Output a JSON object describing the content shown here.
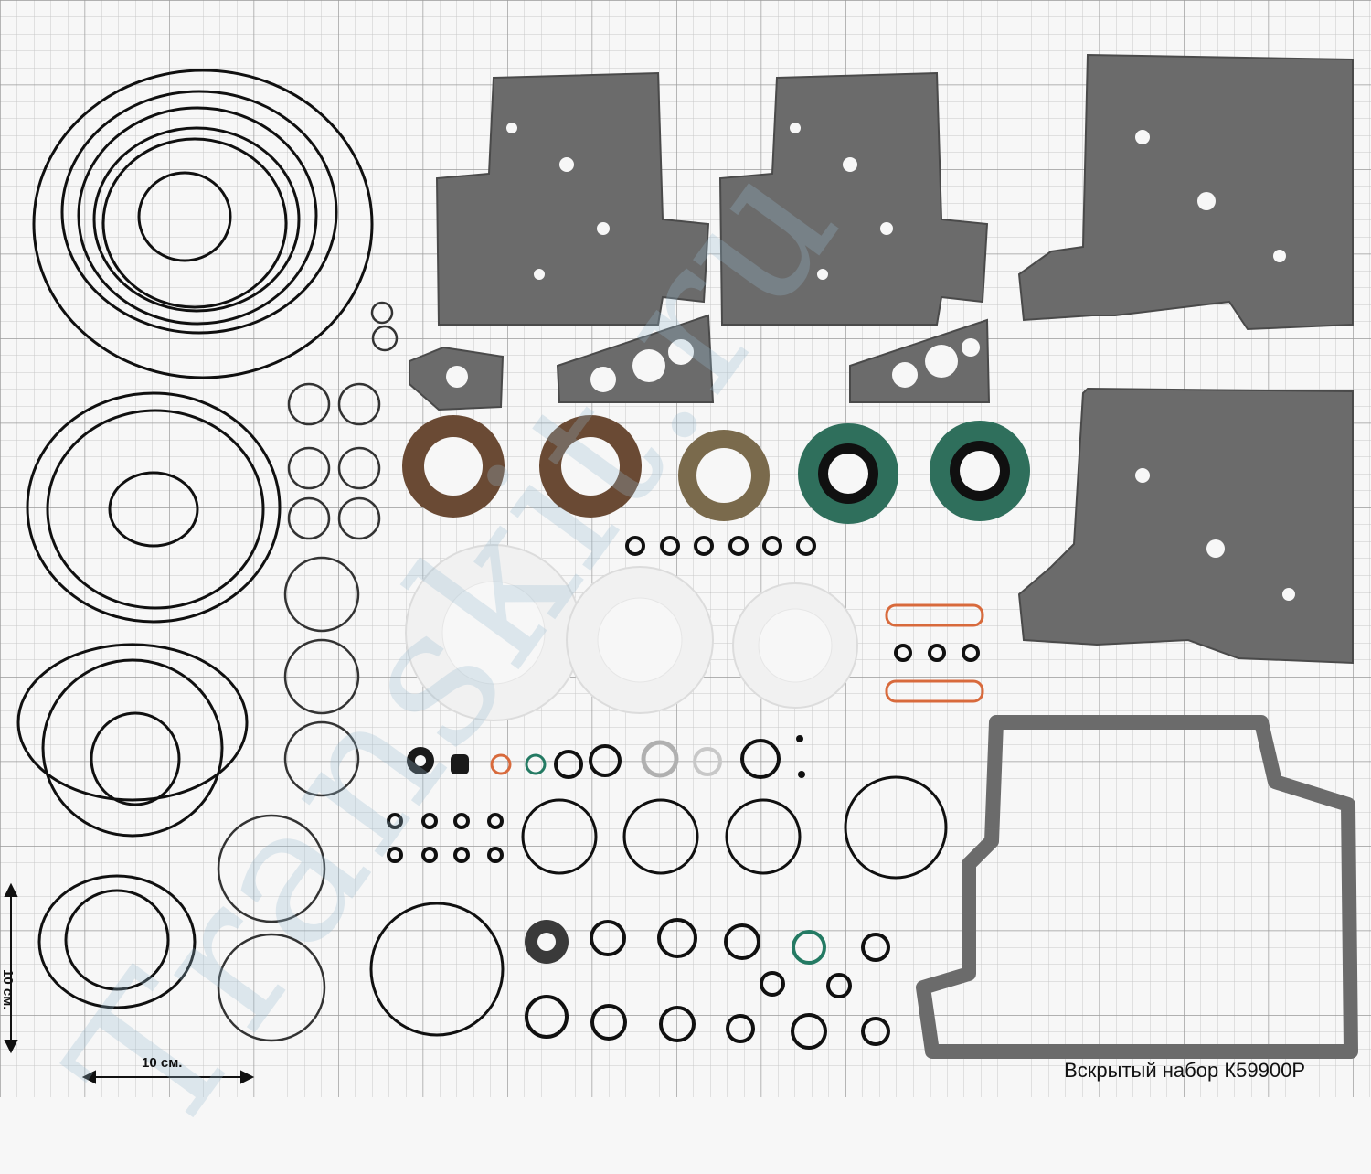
{
  "caption": "Вскрытый набор К59900Р",
  "scale": {
    "horizontal": "10 см.",
    "vertical": "10 см."
  },
  "watermark": "Transkit.ru",
  "colors": {
    "background": "#f7f7f7",
    "grid_minor": "#c9c9c9",
    "grid_major": "#9a9a9a",
    "rubber": "#101010",
    "gasket": "#6b6b6b",
    "seal_brown": "#6a4a34",
    "seal_green": "#2f6f5c",
    "ring_orange": "#d86a3c",
    "ring_green": "#247a63"
  }
}
